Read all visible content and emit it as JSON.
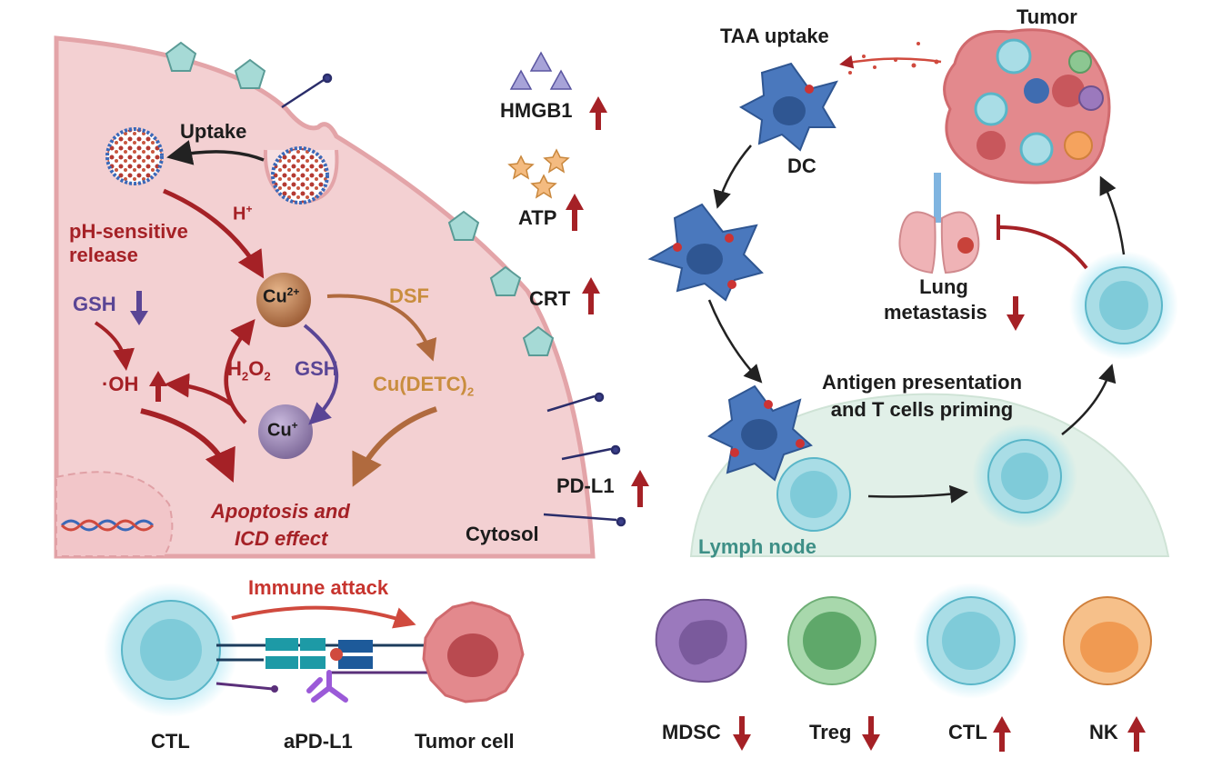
{
  "labels": {
    "uptake": "Uptake",
    "h_plus": "H",
    "h_plus_sup": "+",
    "ph_release_line1": "pH-sensitive",
    "ph_release_line2": "release",
    "cu2_base": "Cu",
    "cu2_sup": "2+",
    "cu1_base": "Cu",
    "cu1_sup": "+",
    "dsf": "DSF",
    "gsh_left": "GSH",
    "gsh_mid": "GSH",
    "oh": "·OH",
    "h2o2_base": "H",
    "h2o2_sub": "2",
    "h2o2_o": "O",
    "h2o2_sub2": "2",
    "cu_detc_base": "Cu(DETC)",
    "cu_detc_sub": "2",
    "apoptosis_line1": "Apoptosis and",
    "apoptosis_line2": "ICD effect",
    "cytosol": "Cytosol",
    "hmgb1": "HMGB1",
    "atp": "ATP",
    "crt": "CRT",
    "pdl1": "PD-L1",
    "taa_uptake": "TAA uptake",
    "tumor": "Tumor",
    "dc": "DC",
    "lung_line1": "Lung",
    "lung_line2": "metastasis",
    "antigen_line1": "Antigen presentation",
    "antigen_line2": "and T cells priming",
    "lymph_node": "Lymph node",
    "immune_attack": "Immune attack",
    "ctl_bottom": "CTL",
    "apdl1": "aPD-L1",
    "tumor_cell": "Tumor cell",
    "mdsc": "MDSC",
    "treg": "Treg",
    "ctl_right": "CTL",
    "nk": "NK"
  },
  "colors": {
    "cell_fill": "#f3d0d2",
    "cell_border": "#e3a4a8",
    "dark_red": "#a52126",
    "purple": "#5a4595",
    "brown": "#b06a3e",
    "dc_blue": "#3f6cb0",
    "t_cell": "#a9dde6",
    "lymph": "#e1f0e8",
    "mdsc": "#9b79bd",
    "treg": "#8cc792",
    "nk": "#f5a35e"
  },
  "icons": [
    "pentagon-crt-icon",
    "triangle-hmgb1-icon",
    "star-atp-icon",
    "up-arrow-icon",
    "down-arrow-icon",
    "pd-l1-receptor-icon",
    "dna-icon"
  ]
}
